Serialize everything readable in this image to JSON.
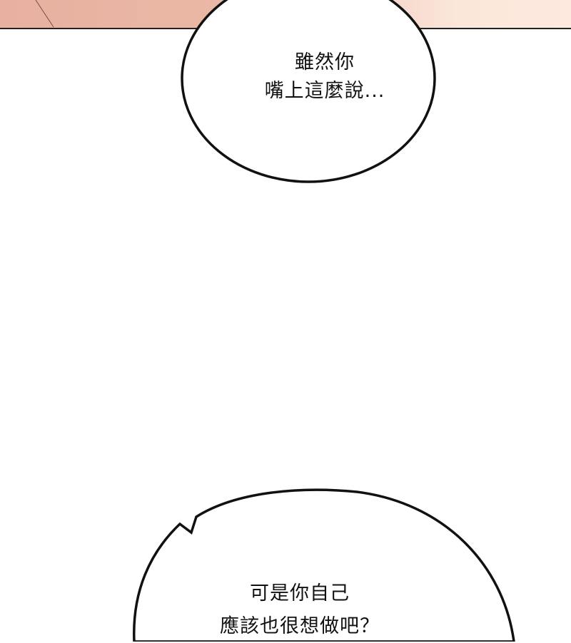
{
  "bubbles": [
    {
      "lines": [
        "雖然你",
        "嘴上這麼說..."
      ]
    },
    {
      "lines": [
        "可是你自己",
        "應該也很想做吧？"
      ]
    }
  ],
  "colors": {
    "panel_skin": "#e8b0a0",
    "outline": "#111111",
    "background": "#ffffff"
  }
}
